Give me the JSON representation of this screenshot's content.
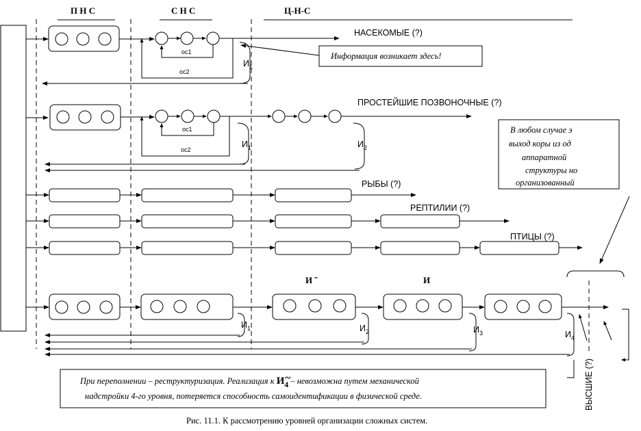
{
  "headers": {
    "pns": "П Н С",
    "sns": "С Н С",
    "cns": "Ц-Н-С"
  },
  "outputs": {
    "insects": "НАСЕКОМЫЕ (?)",
    "vertebrates": "ПРОСТЕЙШИЕ ПОЗВОНОЧНЫЕ (?)",
    "fish": "РЫБЫ (?)",
    "reptiles": "РЕПТИЛИИ (?)",
    "birds": "ПТИЦЫ (?)",
    "higher": "ВЫСШИЕ (?)"
  },
  "feedback": {
    "os1": "ос1",
    "os2": "ос2"
  },
  "markers": {
    "i": "И",
    "s1": "1",
    "s2": "2",
    "s3": "3",
    "s4": "4"
  },
  "row5_labels": {
    "a": "И ̃",
    "b": "И"
  },
  "notes": {
    "info": "Информация возникает здесь!",
    "cortex": [
      "В любом случае э",
      "выход коры из од",
      "аппаратной",
      "структуры но",
      "организованный"
    ],
    "bottom1": "При переполнении – реструктуризация. Реализация к",
    "bottom_sym": "И",
    "bottom_sub": "4",
    "bottom2": "– невозможна путем механической",
    "bottom3": "надстройки 4-го уровня, потеряется способность самоидентификации в физической среде."
  },
  "caption": "Рис. 11.1. К рассмотрению уровней организации сложных систем."
}
